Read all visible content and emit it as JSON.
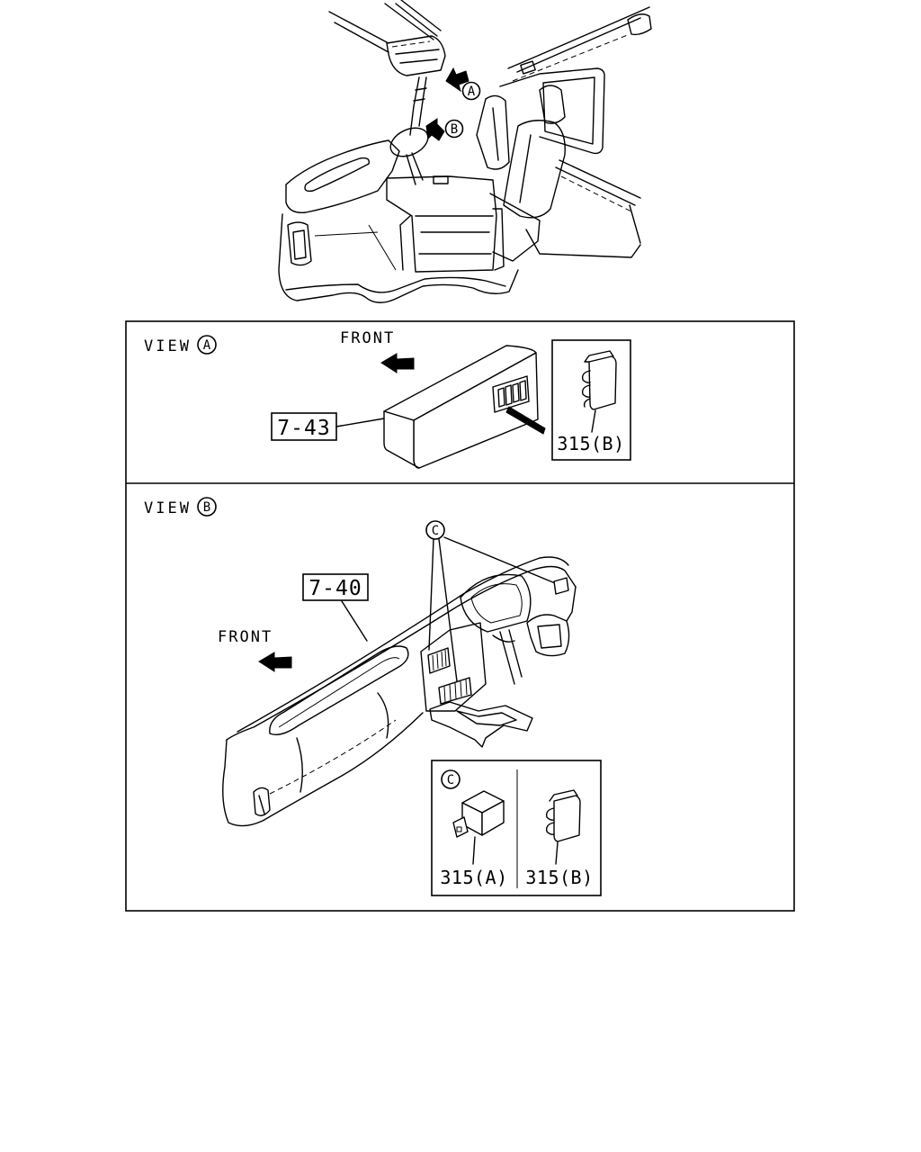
{
  "overview": {
    "callout_a": "A",
    "callout_b": "B"
  },
  "view_a": {
    "view_label": "VIEW",
    "view_letter": "A",
    "front_label": "FRONT",
    "part_ref": "7-43",
    "part_label": "315(B)"
  },
  "view_b": {
    "view_label": "VIEW",
    "view_letter": "B",
    "callout_c": "C",
    "part_ref": "7-40",
    "front_label": "FRONT",
    "inset": {
      "callout": "C",
      "left_label": "315(A)",
      "right_label": "315(B)"
    }
  },
  "colors": {
    "line": "#000000",
    "background": "#ffffff"
  }
}
